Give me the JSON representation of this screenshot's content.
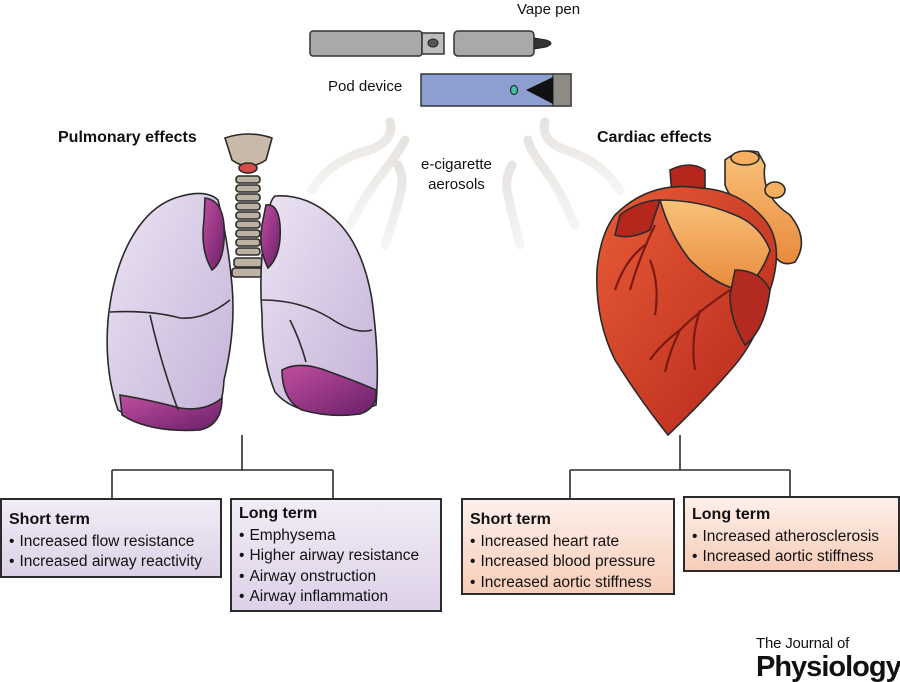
{
  "devices": {
    "vape_pen_label": "Vape pen",
    "pod_device_label": "Pod device"
  },
  "aerosol_label": "e-cigarette\naerosols",
  "pulmonary": {
    "title": "Pulmonary effects",
    "short_term": {
      "heading": "Short term",
      "items": [
        "Increased flow resistance",
        "Increased airway reactivity"
      ]
    },
    "long_term": {
      "heading": "Long term",
      "items": [
        "Emphysema",
        "Higher airway resistance",
        "Airway onstruction",
        "Airway inflammation"
      ]
    }
  },
  "cardiac": {
    "title": "Cardiac effects",
    "short_term": {
      "heading": "Short term",
      "items": [
        "Increased heart rate",
        "Increased blood pressure",
        "Increased aortic stiffness"
      ]
    },
    "long_term": {
      "heading": "Long term",
      "items": [
        "Increased atherosclerosis",
        "Increased aortic stiffness"
      ]
    }
  },
  "journal": {
    "line1": "The Journal of",
    "line2": "Physiology"
  },
  "colors": {
    "lung_fill": "#d6c8e3",
    "lung_dark": "#8b2c7e",
    "heart_red": "#d8402e",
    "heart_orange": "#f0a24a",
    "pod_blue": "#8c9fd0",
    "pen_gray": "#a9a9a9",
    "pulmonary_box": "#e6dcef",
    "cardiac_box": "#fadccd"
  }
}
